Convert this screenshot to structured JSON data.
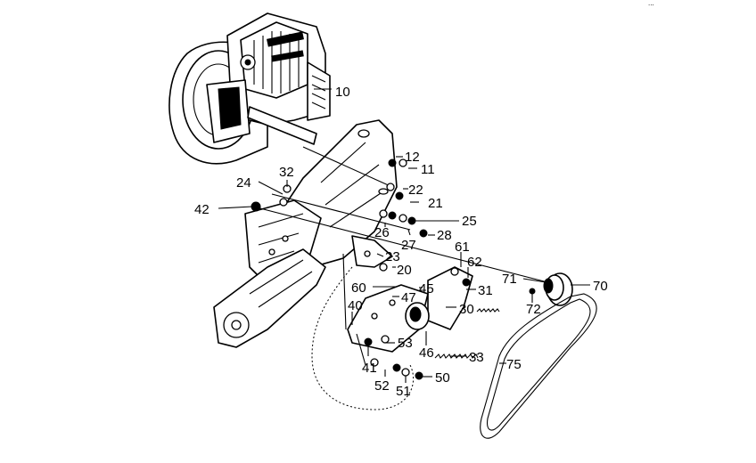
{
  "corner_mark": "...",
  "callouts": [
    {
      "id": "c10",
      "text": "10"
    },
    {
      "id": "c12",
      "text": "12"
    },
    {
      "id": "c11",
      "text": "11"
    },
    {
      "id": "c32",
      "text": "32"
    },
    {
      "id": "c24",
      "text": "24"
    },
    {
      "id": "c22",
      "text": "22"
    },
    {
      "id": "c21",
      "text": "21"
    },
    {
      "id": "c42",
      "text": "42"
    },
    {
      "id": "c25",
      "text": "25"
    },
    {
      "id": "c26",
      "text": "26"
    },
    {
      "id": "c28",
      "text": "28"
    },
    {
      "id": "c27",
      "text": "27"
    },
    {
      "id": "c61",
      "text": "61"
    },
    {
      "id": "c23",
      "text": "23"
    },
    {
      "id": "c62",
      "text": "62"
    },
    {
      "id": "c20",
      "text": "20"
    },
    {
      "id": "c71",
      "text": "71"
    },
    {
      "id": "c70",
      "text": "70"
    },
    {
      "id": "c60",
      "text": "60"
    },
    {
      "id": "c31",
      "text": "31"
    },
    {
      "id": "c47",
      "text": "47"
    },
    {
      "id": "c45",
      "text": "45"
    },
    {
      "id": "c72",
      "text": "72"
    },
    {
      "id": "c40",
      "text": "40"
    },
    {
      "id": "c30",
      "text": "30"
    },
    {
      "id": "c53",
      "text": "53"
    },
    {
      "id": "c46",
      "text": "46"
    },
    {
      "id": "c33",
      "text": "33"
    },
    {
      "id": "c75",
      "text": "75"
    },
    {
      "id": "c41",
      "text": "41"
    },
    {
      "id": "c50",
      "text": "50"
    },
    {
      "id": "c52",
      "text": "52"
    },
    {
      "id": "c51",
      "text": "51"
    }
  ]
}
